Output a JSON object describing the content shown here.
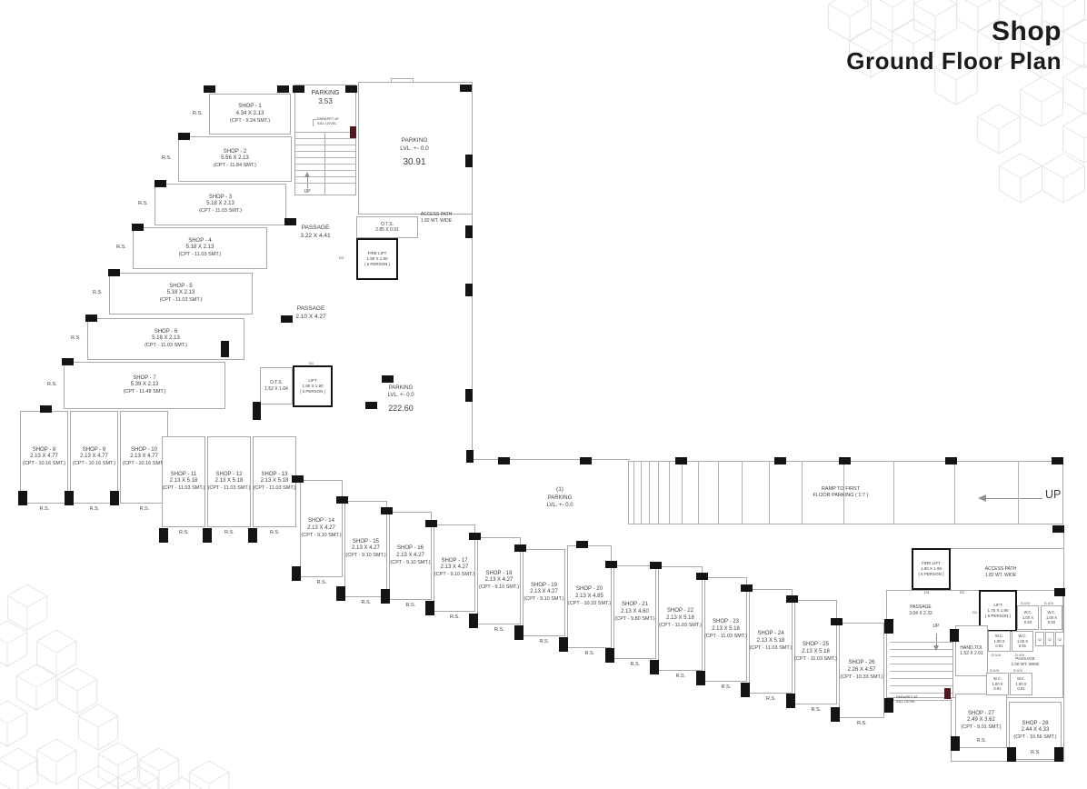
{
  "title": {
    "product": "Shop",
    "plan": "Ground Floor Plan"
  },
  "labels": {
    "parking_stair": [
      "PARKING",
      "3.53"
    ],
    "parapet": [
      "PARAPET AT",
      "SILL LEVEL"
    ],
    "parking_main": [
      "PARKING",
      "LVL. +- 0.0",
      "30.91"
    ],
    "access_path": [
      "ACCESS PATH",
      "1.82 WT. WIDE"
    ],
    "ots_a": [
      "O.T.S.",
      "2.85 X 0.91"
    ],
    "ots_b": [
      "O.T.S.",
      "1.52 X 1.64"
    ],
    "fire_lift": [
      "FIRE LIFT",
      "1.90 X 1.90",
      "( 6 PERSON )"
    ],
    "lift_main": [
      "LIFT",
      "1.90 X 1.90",
      "( 6 PERSON )"
    ],
    "lift_small": [
      "LIFT",
      "1.70 X 1.90",
      "( 6 PERSON )"
    ],
    "passage_a": [
      "PASSAGE",
      "3.22 X 4.41"
    ],
    "passage_b": [
      "PASSAGE",
      "2.10 X 4.27"
    ],
    "passage_c": [
      "PASSAGE",
      "3.04 X 2.32"
    ],
    "passage_d": [
      "PASSAGE",
      "1.00 WT. WIDE"
    ],
    "parking_lower": [
      "PARKING",
      "LVL. +- 0.0",
      "222.60"
    ],
    "parking_mid": [
      "(1)",
      "PARKING",
      "LVL. +- 0.0"
    ],
    "ramp": [
      "RAMP TO FIRST",
      "FLOOR PARKING ( 1:7 )"
    ],
    "up": "UP",
    "hand_toi": [
      "HAND.TOI.",
      "1.52 X 2.01"
    ],
    "wc_093": [
      "W.C.",
      "1.00 X",
      "0.93"
    ],
    "wc_091": [
      "W.C.",
      "1.00 X",
      "0.91"
    ],
    "urinal": "U",
    "rs": "R.S.",
    "svv": "S.V/V",
    "dvv": "D.V/V",
    "d1": "D1",
    "d2": "D2",
    "d3": "D3"
  },
  "shops": [
    {
      "name": "SHOP - 1",
      "size": "4.34 X 2.13",
      "cpt": "(CPT - 9.24 SMT.)"
    },
    {
      "name": "SHOP - 2",
      "size": "5.56 X 2.13",
      "cpt": "(CPT - 11.84 SMT.)"
    },
    {
      "name": "SHOP - 3",
      "size": "5.18 X 2.13",
      "cpt": "(CPT - 11.03 SMT.)"
    },
    {
      "name": "SHOP - 4",
      "size": "5.18 X 2.13",
      "cpt": "(CPT - 11.03 SMT.)"
    },
    {
      "name": "SHOP - 5",
      "size": "5.18 X 2.13",
      "cpt": "(CPT - 11.03 SMT.)"
    },
    {
      "name": "SHOP - 6",
      "size": "5.18 X 2.13",
      "cpt": "(CPT - 11.03 SMT.)"
    },
    {
      "name": "SHOP - 7",
      "size": "5.39 X 2.13",
      "cpt": "(CPT - 11.48 SMT.)"
    },
    {
      "name": "SHOP - 8",
      "size": "2.13 X 4.77",
      "cpt": "(CPT - 10.16 SMT.)"
    },
    {
      "name": "SHOP - 9",
      "size": "2.13 X 4.77",
      "cpt": "(CPT - 10.16 SMT.)"
    },
    {
      "name": "SHOP - 10",
      "size": "2.13 X 4.77",
      "cpt": "(CPT - 10.16 SMT.)"
    },
    {
      "name": "SHOP - 11",
      "size": "2.13 X 5.18",
      "cpt": "(CPT - 11.03 SMT.)"
    },
    {
      "name": "SHOP - 12",
      "size": "2.13 X 5.18",
      "cpt": "(CPT - 11.03 SMT.)"
    },
    {
      "name": "SHOP - 13",
      "size": "2.13 X 5.18",
      "cpt": "(CPT - 11.03 SMT.)"
    },
    {
      "name": "SHOP - 14",
      "size": "2.13 X 4.27",
      "cpt": "(CPT - 9.10 SMT.)"
    },
    {
      "name": "SHOP - 15",
      "size": "2.13 X 4.27",
      "cpt": "(CPT - 9.10 SMT.)"
    },
    {
      "name": "SHOP - 16",
      "size": "2.13 X 4.27",
      "cpt": "(CPT - 9.10 SMT.)"
    },
    {
      "name": "SHOP - 17",
      "size": "2.13 X 4.27",
      "cpt": "(CPT - 9.10 SMT.)"
    },
    {
      "name": "SHOP - 18",
      "size": "2.13 X 4.27",
      "cpt": "(CPT - 9.10 SMT.)"
    },
    {
      "name": "SHOP - 19",
      "size": "2.13 X 4.27",
      "cpt": "(CPT - 9.10 SMT.)"
    },
    {
      "name": "SHOP - 20",
      "size": "2.13 X 4.85",
      "cpt": "(CPT - 10.33 SMT.)"
    },
    {
      "name": "SHOP - 21",
      "size": "2.13 X 4.60",
      "cpt": "(CPT - 9.80 SMT.)"
    },
    {
      "name": "SHOP - 22",
      "size": "2.13 X 5.18",
      "cpt": "(CPT - 11.03 SMT.)"
    },
    {
      "name": "SHOP - 23",
      "size": "2.13 X 5.18",
      "cpt": "(CPT - 11.03 SMT.)"
    },
    {
      "name": "SHOP - 24",
      "size": "2.13 X 5.18",
      "cpt": "(CPT - 11.03 SMT.)"
    },
    {
      "name": "SHOP - 25",
      "size": "2.13 X 5.18",
      "cpt": "(CPT - 11.03 SMT.)"
    },
    {
      "name": "SHOP - 26",
      "size": "2.26 X 4.57",
      "cpt": "(CPT - 10.33 SMT.)"
    },
    {
      "name": "SHOP - 27",
      "size": "2.49 X 3.62",
      "cpt": "(CPT - 9.01 SMT.)"
    },
    {
      "name": "SHOP - 28",
      "size": "2.44 X 4.33",
      "cpt": "(CPT - 10.56 SMT.)"
    }
  ],
  "colors": {
    "wall_line": "#a8a8a8",
    "bold_wall": "#141414",
    "column": "#141414",
    "door_mark": "#53181b",
    "text": "#3c3c3c",
    "title_text": "#1b1b1b",
    "pattern_line": "#e4e4e4"
  }
}
